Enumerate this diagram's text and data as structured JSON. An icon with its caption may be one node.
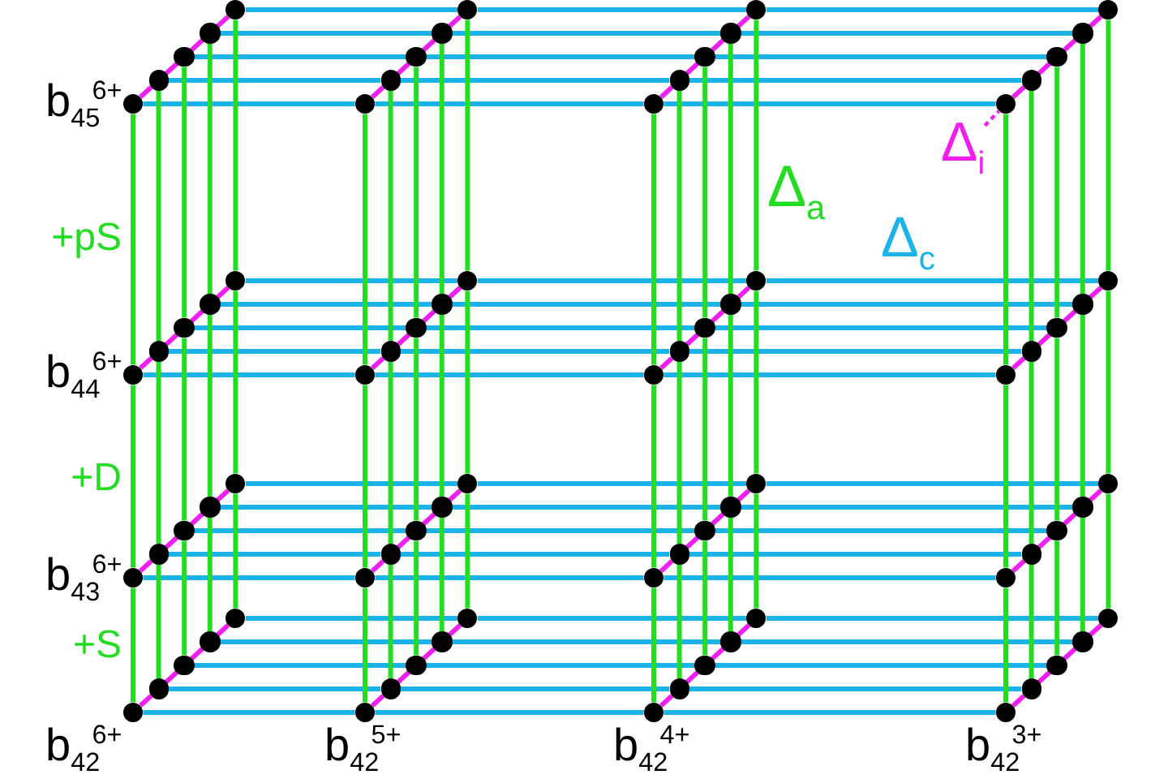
{
  "diagram": {
    "nodes": [
      {
        "text": [],
        "shape": "circle",
        "beside": [
          "b$_{45}$$^{6+}$"
        ]
      },
      {
        "text": [],
        "shape": "circle"
      },
      {
        "text": [],
        "shape": "circle"
      },
      {
        "text": [],
        "shape": "circle"
      },
      {
        "text": [],
        "shape": "circle"
      },
      {
        "text": [],
        "shape": "circle"
      },
      {
        "text": [],
        "shape": "circle"
      },
      {
        "text": [],
        "shape": "circle"
      },
      {
        "text": [],
        "shape": "circle"
      },
      {
        "text": [],
        "shape": "circle"
      },
      {
        "text": [],
        "shape": "circle"
      },
      {
        "text": [],
        "shape": "circle"
      },
      {
        "text": [],
        "shape": "circle"
      },
      {
        "text": [],
        "shape": "circle"
      },
      {
        "text": [],
        "shape": "circle"
      },
      {
        "text": [],
        "shape": "circle"
      },
      {
        "text": [],
        "shape": "circle"
      },
      {
        "text": [],
        "shape": "circle"
      },
      {
        "text": [],
        "shape": "circle"
      },
      {
        "text": [],
        "shape": "circle"
      },
      {
        "text": [],
        "shape": "circle",
        "beside": [
          "b$_{44}$$^{6+}$"
        ]
      },
      {
        "text": [],
        "shape": "circle"
      },
      {
        "text": [],
        "shape": "circle"
      },
      {
        "text": [],
        "shape": "circle"
      },
      {
        "text": [],
        "shape": "circle"
      },
      {
        "text": [],
        "shape": "circle"
      },
      {
        "text": [],
        "shape": "circle"
      },
      {
        "text": [],
        "shape": "circle"
      },
      {
        "text": [],
        "shape": "circle"
      },
      {
        "text": [],
        "shape": "circle"
      },
      {
        "text": [],
        "shape": "circle"
      },
      {
        "text": [],
        "shape": "circle"
      },
      {
        "text": [],
        "shape": "circle"
      },
      {
        "text": [],
        "shape": "circle"
      },
      {
        "text": [],
        "shape": "circle"
      },
      {
        "text": [],
        "shape": "circle"
      },
      {
        "text": [],
        "shape": "circle"
      },
      {
        "text": [],
        "shape": "circle"
      },
      {
        "text": [],
        "shape": "circle"
      },
      {
        "text": [],
        "shape": "circle"
      },
      {
        "text": [],
        "shape": "circle",
        "beside": [
          "b$_{43}$$^{6+}$"
        ]
      },
      {
        "text": [],
        "shape": "circle"
      },
      {
        "text": [],
        "shape": "circle"
      },
      {
        "text": [],
        "shape": "circle"
      },
      {
        "text": [],
        "shape": "circle"
      },
      {
        "text": [],
        "shape": "circle"
      },
      {
        "text": [],
        "shape": "circle"
      },
      {
        "text": [],
        "shape": "circle"
      },
      {
        "text": [],
        "shape": "circle"
      },
      {
        "text": [],
        "shape": "circle"
      },
      {
        "text": [],
        "shape": "circle"
      },
      {
        "text": [],
        "shape": "circle"
      },
      {
        "text": [],
        "shape": "circle"
      },
      {
        "text": [],
        "shape": "circle"
      },
      {
        "text": [],
        "shape": "circle"
      },
      {
        "text": [],
        "shape": "circle"
      },
      {
        "text": [],
        "shape": "circle"
      },
      {
        "text": [],
        "shape": "circle"
      },
      {
        "text": [],
        "shape": "circle"
      },
      {
        "text": [],
        "shape": "circle"
      },
      {
        "text": [],
        "shape": "circle",
        "beside": [
          "b$_{42}$$^{6+}$"
        ]
      },
      {
        "text": [],
        "shape": "circle"
      },
      {
        "text": [],
        "shape": "circle"
      },
      {
        "text": [],
        "shape": "circle"
      },
      {
        "text": [],
        "shape": "circle"
      },
      {
        "text": [],
        "shape": "circle",
        "beside": [
          "b$_{42}$$^{5+}$"
        ]
      },
      {
        "text": [],
        "shape": "circle"
      },
      {
        "text": [],
        "shape": "circle"
      },
      {
        "text": [],
        "shape": "circle"
      },
      {
        "text": [],
        "shape": "circle"
      },
      {
        "text": [],
        "shape": "circle",
        "beside": [
          "b$_{42}$$^{4+}$"
        ]
      },
      {
        "text": [],
        "shape": "circle"
      },
      {
        "text": [],
        "shape": "circle"
      },
      {
        "text": [],
        "shape": "circle"
      },
      {
        "text": [],
        "shape": "circle"
      },
      {
        "text": [],
        "shape": "circle",
        "beside": [
          "b$_{42}$$^{3+}$"
        ]
      },
      {
        "text": [],
        "shape": "circle"
      },
      {
        "text": [],
        "shape": "circle"
      },
      {
        "text": [],
        "shape": "circle"
      },
      {
        "text": [],
        "shape": "circle"
      },
      {
        "text": [
          "Δ$_{i}$"
        ]
      }
    ],
    "edges": [
      {
        "from": 0,
        "to": 5,
        "arrow": "none",
        "color": "#1ab4ea"
      },
      {
        "from": 1,
        "to": 6,
        "arrow": "none",
        "color": "#1ab4ea"
      },
      {
        "from": 2,
        "to": 7,
        "arrow": "none",
        "color": "#1ab4ea"
      },
      {
        "from": 3,
        "to": 8,
        "arrow": "none",
        "color": "#1ab4ea"
      },
      {
        "from": 4,
        "to": 9,
        "arrow": "none",
        "color": "#1ab4ea"
      },
      {
        "from": 5,
        "to": 10,
        "arrow": "none",
        "color": "#1ab4ea"
      },
      {
        "from": 6,
        "to": 11,
        "arrow": "none",
        "color": "#1ab4ea"
      },
      {
        "from": 7,
        "to": 12,
        "arrow": "none",
        "color": "#1ab4ea"
      },
      {
        "from": 8,
        "to": 13,
        "arrow": "none",
        "color": "#1ab4ea"
      },
      {
        "from": 9,
        "to": 14,
        "arrow": "none",
        "color": "#1ab4ea"
      },
      {
        "from": 10,
        "to": 15,
        "arrow": "none",
        "color": "#1ab4ea"
      },
      {
        "from": 11,
        "to": 16,
        "arrow": "none",
        "color": "#1ab4ea"
      },
      {
        "from": 12,
        "to": 17,
        "arrow": "none",
        "color": "#1ab4ea"
      },
      {
        "from": 13,
        "to": 18,
        "arrow": "none",
        "color": "#1ab4ea"
      },
      {
        "from": 14,
        "to": 19,
        "arrow": "none",
        "color": "#1ab4ea"
      },
      {
        "from": 20,
        "to": 25,
        "arrow": "none",
        "color": "#1ab4ea"
      },
      {
        "from": 21,
        "to": 26,
        "arrow": "none",
        "color": "#1ab4ea"
      },
      {
        "from": 22,
        "to": 27,
        "arrow": "none",
        "color": "#1ab4ea"
      },
      {
        "from": 23,
        "to": 28,
        "arrow": "none",
        "color": "#1ab4ea"
      },
      {
        "from": 24,
        "to": 29,
        "arrow": "none",
        "color": "#1ab4ea"
      },
      {
        "from": 25,
        "to": 30,
        "arrow": "none",
        "color": "#1ab4ea"
      },
      {
        "from": 26,
        "to": 31,
        "arrow": "none",
        "color": "#1ab4ea"
      },
      {
        "from": 27,
        "to": 32,
        "arrow": "none",
        "color": "#1ab4ea"
      },
      {
        "from": 28,
        "to": 33,
        "arrow": "none",
        "color": "#1ab4ea"
      },
      {
        "from": 29,
        "to": 34,
        "arrow": "none",
        "color": "#1ab4ea"
      },
      {
        "from": 30,
        "to": 35,
        "arrow": "none",
        "color": "#1ab4ea"
      },
      {
        "from": 31,
        "to": 36,
        "arrow": "none",
        "color": "#1ab4ea"
      },
      {
        "from": 32,
        "to": 37,
        "arrow": "none",
        "color": "#1ab4ea"
      },
      {
        "from": 33,
        "to": 38,
        "arrow": "none",
        "color": "#1ab4ea"
      },
      {
        "from": 34,
        "to": 39,
        "arrow": "none",
        "color": "#1ab4ea"
      },
      {
        "from": 40,
        "to": 45,
        "arrow": "none",
        "color": "#1ab4ea"
      },
      {
        "from": 41,
        "to": 46,
        "arrow": "none",
        "color": "#1ab4ea"
      },
      {
        "from": 42,
        "to": 47,
        "arrow": "none",
        "color": "#1ab4ea"
      },
      {
        "from": 43,
        "to": 48,
        "arrow": "none",
        "color": "#1ab4ea"
      },
      {
        "from": 44,
        "to": 49,
        "arrow": "none",
        "color": "#1ab4ea"
      },
      {
        "from": 45,
        "to": 50,
        "arrow": "none",
        "color": "#1ab4ea"
      },
      {
        "from": 46,
        "to": 51,
        "arrow": "none",
        "color": "#1ab4ea"
      },
      {
        "from": 47,
        "to": 52,
        "arrow": "none",
        "color": "#1ab4ea"
      },
      {
        "from": 48,
        "to": 53,
        "arrow": "none",
        "color": "#1ab4ea"
      },
      {
        "from": 49,
        "to": 54,
        "arrow": "none",
        "color": "#1ab4ea"
      },
      {
        "from": 50,
        "to": 55,
        "arrow": "none",
        "color": "#1ab4ea"
      },
      {
        "from": 51,
        "to": 56,
        "arrow": "none",
        "color": "#1ab4ea"
      },
      {
        "from": 52,
        "to": 57,
        "arrow": "none",
        "color": "#1ab4ea"
      },
      {
        "from": 53,
        "to": 58,
        "arrow": "none",
        "color": "#1ab4ea"
      },
      {
        "from": 54,
        "to": 59,
        "arrow": "none",
        "color": "#1ab4ea"
      },
      {
        "from": 60,
        "to": 65,
        "arrow": "none",
        "color": "#1ab4ea"
      },
      {
        "from": 61,
        "to": 66,
        "arrow": "none",
        "color": "#1ab4ea"
      },
      {
        "from": 62,
        "to": 67,
        "arrow": "none",
        "color": "#1ab4ea"
      },
      {
        "from": 63,
        "to": 68,
        "arrow": "none",
        "color": "#1ab4ea"
      },
      {
        "from": 64,
        "to": 69,
        "arrow": "none",
        "color": "#1ab4ea"
      },
      {
        "from": 65,
        "to": 70,
        "arrow": "none",
        "color": "#1ab4ea"
      },
      {
        "from": 66,
        "to": 71,
        "arrow": "none",
        "color": "#1ab4ea"
      },
      {
        "from": 67,
        "to": 72,
        "arrow": "none",
        "color": "#1ab4ea"
      },
      {
        "from": 68,
        "to": 73,
        "arrow": "none",
        "color": "#1ab4ea"
      },
      {
        "from": 69,
        "to": 74,
        "arrow": "none",
        "color": "#1ab4ea"
      },
      {
        "from": 70,
        "to": 75,
        "arrow": "none",
        "color": "#1ab4ea"
      },
      {
        "from": 71,
        "to": 76,
        "arrow": "none",
        "color": "#1ab4ea"
      },
      {
        "from": 72,
        "to": 77,
        "arrow": "none",
        "color": "#1ab4ea"
      },
      {
        "from": 73,
        "to": 78,
        "arrow": "none",
        "color": "#1ab4ea"
      },
      {
        "from": 74,
        "to": 79,
        "arrow": "none",
        "color": "#1ab4ea"
      },
      {
        "from": 0,
        "to": 20,
        "arrow": "none",
        "color": "#22dd22"
      },
      {
        "from": 1,
        "to": 21,
        "arrow": "none",
        "color": "#22dd22"
      },
      {
        "from": 2,
        "to": 22,
        "arrow": "none",
        "color": "#22dd22"
      },
      {
        "from": 3,
        "to": 23,
        "arrow": "none",
        "color": "#22dd22"
      },
      {
        "from": 4,
        "to": 24,
        "arrow": "none",
        "color": "#22dd22"
      },
      {
        "from": 5,
        "to": 25,
        "arrow": "none",
        "color": "#22dd22"
      },
      {
        "from": 6,
        "to": 26,
        "arrow": "none",
        "color": "#22dd22"
      },
      {
        "from": 7,
        "to": 27,
        "arrow": "none",
        "color": "#22dd22"
      },
      {
        "from": 8,
        "to": 28,
        "arrow": "none",
        "color": "#22dd22"
      },
      {
        "from": 9,
        "to": 29,
        "arrow": "none",
        "color": "#22dd22"
      },
      {
        "from": 10,
        "to": 30,
        "arrow": "none",
        "color": "#22dd22"
      },
      {
        "from": 11,
        "to": 31,
        "arrow": "none",
        "color": "#22dd22"
      },
      {
        "from": 12,
        "to": 32,
        "arrow": "none",
        "color": "#22dd22"
      },
      {
        "from": 13,
        "to": 33,
        "arrow": "none",
        "color": "#22dd22"
      },
      {
        "from": 14,
        "to": 34,
        "arrow": "none",
        "color": "#22dd22"
      },
      {
        "from": 15,
        "to": 35,
        "arrow": "none",
        "color": "#22dd22"
      },
      {
        "from": 16,
        "to": 36,
        "arrow": "none",
        "color": "#22dd22"
      },
      {
        "from": 17,
        "to": 37,
        "arrow": "none",
        "color": "#22dd22"
      },
      {
        "from": 18,
        "to": 38,
        "arrow": "none",
        "color": "#22dd22"
      },
      {
        "from": 19,
        "to": 39,
        "arrow": "none",
        "color": "#22dd22"
      },
      {
        "from": 20,
        "to": 40,
        "arrow": "none",
        "color": "#22dd22"
      },
      {
        "from": 21,
        "to": 41,
        "arrow": "none",
        "color": "#22dd22"
      },
      {
        "from": 22,
        "to": 42,
        "arrow": "none",
        "color": "#22dd22"
      },
      {
        "from": 23,
        "to": 43,
        "arrow": "none",
        "color": "#22dd22"
      },
      {
        "from": 24,
        "to": 44,
        "arrow": "none",
        "color": "#22dd22"
      },
      {
        "from": 25,
        "to": 45,
        "arrow": "none",
        "color": "#22dd22"
      },
      {
        "from": 26,
        "to": 46,
        "arrow": "none",
        "color": "#22dd22"
      },
      {
        "from": 27,
        "to": 47,
        "arrow": "none",
        "color": "#22dd22"
      },
      {
        "from": 28,
        "to": 48,
        "arrow": "none",
        "color": "#22dd22"
      },
      {
        "from": 29,
        "to": 49,
        "arrow": "none",
        "color": "#22dd22"
      },
      {
        "from": 30,
        "to": 50,
        "arrow": "none",
        "color": "#22dd22"
      },
      {
        "from": 31,
        "to": 51,
        "arrow": "none",
        "color": "#22dd22"
      },
      {
        "from": 32,
        "to": 52,
        "arrow": "none",
        "color": "#22dd22"
      },
      {
        "from": 33,
        "to": 53,
        "arrow": "none",
        "color": "#22dd22"
      },
      {
        "from": 34,
        "to": 54,
        "arrow": "none",
        "color": "#22dd22"
      },
      {
        "from": 35,
        "to": 55,
        "arrow": "none",
        "color": "#22dd22"
      },
      {
        "from": 36,
        "to": 56,
        "arrow": "none",
        "color": "#22dd22"
      },
      {
        "from": 37,
        "to": 57,
        "arrow": "none",
        "color": "#22dd22"
      },
      {
        "from": 38,
        "to": 58,
        "arrow": "none",
        "color": "#22dd22"
      },
      {
        "from": 39,
        "to": 59,
        "arrow": "none",
        "color": "#22dd22"
      },
      {
        "from": 40,
        "to": 60,
        "arrow": "none",
        "color": "#22dd22"
      },
      {
        "from": 41,
        "to": 61,
        "arrow": "none",
        "color": "#22dd22"
      },
      {
        "from": 42,
        "to": 62,
        "arrow": "none",
        "color": "#22dd22"
      },
      {
        "from": 43,
        "to": 63,
        "arrow": "none",
        "color": "#22dd22"
      },
      {
        "from": 44,
        "to": 64,
        "arrow": "none",
        "color": "#22dd22"
      },
      {
        "from": 45,
        "to": 65,
        "arrow": "none",
        "color": "#22dd22"
      },
      {
        "from": 46,
        "to": 66,
        "arrow": "none",
        "color": "#22dd22"
      },
      {
        "from": 47,
        "to": 67,
        "arrow": "none",
        "color": "#22dd22"
      },
      {
        "from": 48,
        "to": 68,
        "arrow": "none",
        "color": "#22dd22"
      },
      {
        "from": 49,
        "to": 69,
        "arrow": "none",
        "color": "#22dd22"
      },
      {
        "from": 50,
        "to": 70,
        "arrow": "none",
        "color": "#22dd22"
      },
      {
        "from": 51,
        "to": 71,
        "arrow": "none",
        "color": "#22dd22"
      },
      {
        "from": 52,
        "to": 72,
        "arrow": "none",
        "color": "#22dd22"
      },
      {
        "from": 53,
        "to": 73,
        "arrow": "none",
        "color": "#22dd22"
      },
      {
        "from": 54,
        "to": 74,
        "arrow": "none",
        "color": "#22dd22"
      },
      {
        "from": 55,
        "to": 75,
        "arrow": "none",
        "color": "#22dd22"
      },
      {
        "from": 56,
        "to": 76,
        "arrow": "none",
        "color": "#22dd22"
      },
      {
        "from": 57,
        "to": 77,
        "arrow": "none",
        "color": "#22dd22"
      },
      {
        "from": 58,
        "to": 78,
        "arrow": "none",
        "color": "#22dd22"
      },
      {
        "from": 59,
        "to": 79,
        "arrow": "none",
        "color": "#22dd22"
      },
      {
        "from": 0,
        "to": 1,
        "arrow": "none"
      },
      {
        "from": 1,
        "to": 2,
        "arrow": "none"
      },
      {
        "from": 2,
        "to": 3,
        "arrow": "none"
      },
      {
        "from": 3,
        "to": 4,
        "arrow": "none"
      },
      {
        "from": 5,
        "to": 6,
        "arrow": "none"
      },
      {
        "from": 6,
        "to": 7,
        "arrow": "none"
      },
      {
        "from": 7,
        "to": 8,
        "arrow": "none"
      },
      {
        "from": 8,
        "to": 9,
        "arrow": "none"
      },
      {
        "from": 10,
        "to": 11,
        "arrow": "none"
      },
      {
        "from": 11,
        "to": 12,
        "arrow": "none"
      },
      {
        "from": 12,
        "to": 13,
        "arrow": "none"
      },
      {
        "from": 13,
        "to": 14,
        "arrow": "none"
      },
      {
        "from": 15,
        "to": 16,
        "arrow": "none"
      },
      {
        "from": 16,
        "to": 17,
        "arrow": "none"
      },
      {
        "from": 17,
        "to": 18,
        "arrow": "none"
      },
      {
        "from": 18,
        "to": 19,
        "arrow": "none"
      },
      {
        "from": 20,
        "to": 21,
        "arrow": "none"
      },
      {
        "from": 21,
        "to": 22,
        "arrow": "none"
      },
      {
        "from": 22,
        "to": 23,
        "arrow": "none"
      },
      {
        "from": 23,
        "to": 24,
        "arrow": "none"
      },
      {
        "from": 25,
        "to": 26,
        "arrow": "none"
      },
      {
        "from": 26,
        "to": 27,
        "arrow": "none"
      },
      {
        "from": 27,
        "to": 28,
        "arrow": "none"
      },
      {
        "from": 28,
        "to": 29,
        "arrow": "none"
      },
      {
        "from": 30,
        "to": 31,
        "arrow": "none"
      },
      {
        "from": 31,
        "to": 32,
        "arrow": "none"
      },
      {
        "from": 32,
        "to": 33,
        "arrow": "none"
      },
      {
        "from": 33,
        "to": 34,
        "arrow": "none"
      },
      {
        "from": 35,
        "to": 36,
        "arrow": "none"
      },
      {
        "from": 36,
        "to": 37,
        "arrow": "none"
      },
      {
        "from": 37,
        "to": 38,
        "arrow": "none"
      },
      {
        "from": 38,
        "to": 39,
        "arrow": "none"
      },
      {
        "from": 40,
        "to": 41,
        "arrow": "none"
      },
      {
        "from": 41,
        "to": 42,
        "arrow": "none"
      },
      {
        "from": 42,
        "to": 43,
        "arrow": "none"
      },
      {
        "from": 43,
        "to": 44,
        "arrow": "none"
      },
      {
        "from": 45,
        "to": 46,
        "arrow": "none"
      },
      {
        "from": 46,
        "to": 47,
        "arrow": "none"
      },
      {
        "from": 47,
        "to": 48,
        "arrow": "none"
      },
      {
        "from": 48,
        "to": 49,
        "arrow": "none"
      },
      {
        "from": 50,
        "to": 51,
        "arrow": "none"
      },
      {
        "from": 51,
        "to": 52,
        "arrow": "none"
      },
      {
        "from": 52,
        "to": 53,
        "arrow": "none"
      },
      {
        "from": 53,
        "to": 54,
        "arrow": "none"
      },
      {
        "from": 55,
        "to": 56,
        "arrow": "none"
      },
      {
        "from": 56,
        "to": 57,
        "arrow": "none"
      },
      {
        "from": 57,
        "to": 58,
        "arrow": "none"
      },
      {
        "from": 58,
        "to": 59,
        "arrow": "none"
      },
      {
        "from": 60,
        "to": 61,
        "arrow": "none"
      },
      {
        "from": 61,
        "to": 62,
        "arrow": "none"
      },
      {
        "from": 62,
        "to": 63,
        "arrow": "none"
      },
      {
        "from": 63,
        "to": 64,
        "arrow": "none"
      },
      {
        "from": 65,
        "to": 66,
        "arrow": "none"
      },
      {
        "from": 66,
        "to": 67,
        "arrow": "none"
      },
      {
        "from": 67,
        "to": 68,
        "arrow": "none"
      },
      {
        "from": 68,
        "to": 69,
        "arrow": "none"
      },
      {
        "from": 70,
        "to": 71,
        "arrow": "none"
      },
      {
        "from": 71,
        "to": 72,
        "arrow": "none"
      },
      {
        "from": 72,
        "to": 73,
        "arrow": "none"
      },
      {
        "from": 73,
        "to": 74,
        "arrow": "none"
      },
      {
        "from": 75,
        "to": 76,
        "arrow": "none"
      },
      {
        "from": 76,
        "to": 77,
        "arrow": "none"
      },
      {
        "from": 77,
        "to": 78,
        "arrow": "none"
      },
      {
        "from": 78,
        "to": 79,
        "arrow": "none"
      },
      {
        "from": 80,
        "to": 15,
        "arrow": "none",
        "style": "dashed"
      }
    ],
    "labels": [
      "Δ$_{a}$",
      "+pS",
      "Δ$_{c}$",
      "+D",
      "+S"
    ]
  }
}
